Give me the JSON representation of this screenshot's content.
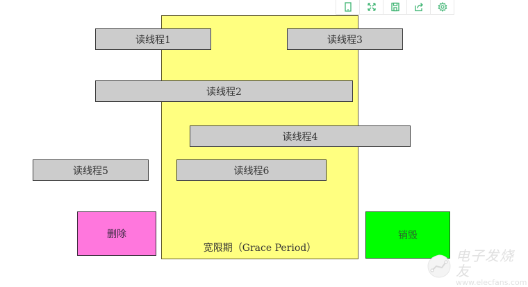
{
  "toolbar": {
    "buttons": [
      {
        "icon": "tablet-icon",
        "label": ""
      },
      {
        "icon": "fullscreen-icon",
        "label": ""
      },
      {
        "icon": "save-icon",
        "label": ""
      },
      {
        "icon": "share-icon",
        "label": ""
      },
      {
        "icon": "gear-icon",
        "label": ""
      }
    ],
    "icon_color": "#3cb371"
  },
  "diagram": {
    "grace_period": {
      "label": "宽限期（Grace Period）",
      "color": "#ffff80"
    },
    "threads": [
      {
        "label": "读线程1"
      },
      {
        "label": "读线程2"
      },
      {
        "label": "读线程3"
      },
      {
        "label": "读线程4"
      },
      {
        "label": "读线程5"
      },
      {
        "label": "读线程6"
      }
    ],
    "delete_box": {
      "label": "删除",
      "color": "#ff77dd"
    },
    "destroy_box": {
      "label": "销毁",
      "color": "#00ff00"
    }
  },
  "watermark": {
    "brand": "电子发烧友",
    "url": "www.elecfans.com"
  }
}
